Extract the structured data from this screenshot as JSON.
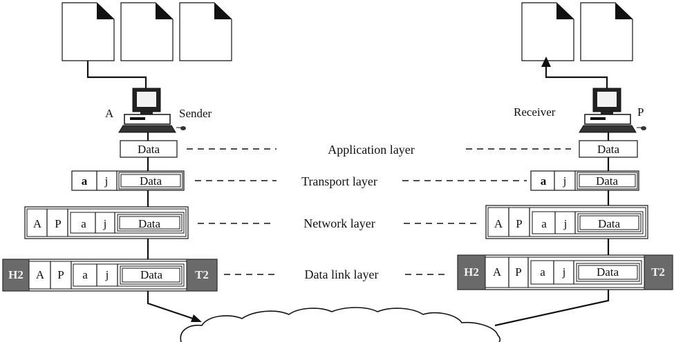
{
  "hosts": {
    "sender": {
      "letter": "A",
      "role": "Sender"
    },
    "receiver": {
      "letter": "P",
      "role": "Receiver"
    }
  },
  "layers": {
    "application": "Application layer",
    "transport": "Transport layer",
    "network": "Network layer",
    "datalink": "Data link layer"
  },
  "units": {
    "data": "Data",
    "transport_header": [
      "a",
      "j"
    ],
    "network_header": [
      "A",
      "P"
    ],
    "frame_header": "H2",
    "frame_trailer": "T2"
  },
  "documents": {
    "sender_count": 3,
    "receiver_count": 2
  }
}
